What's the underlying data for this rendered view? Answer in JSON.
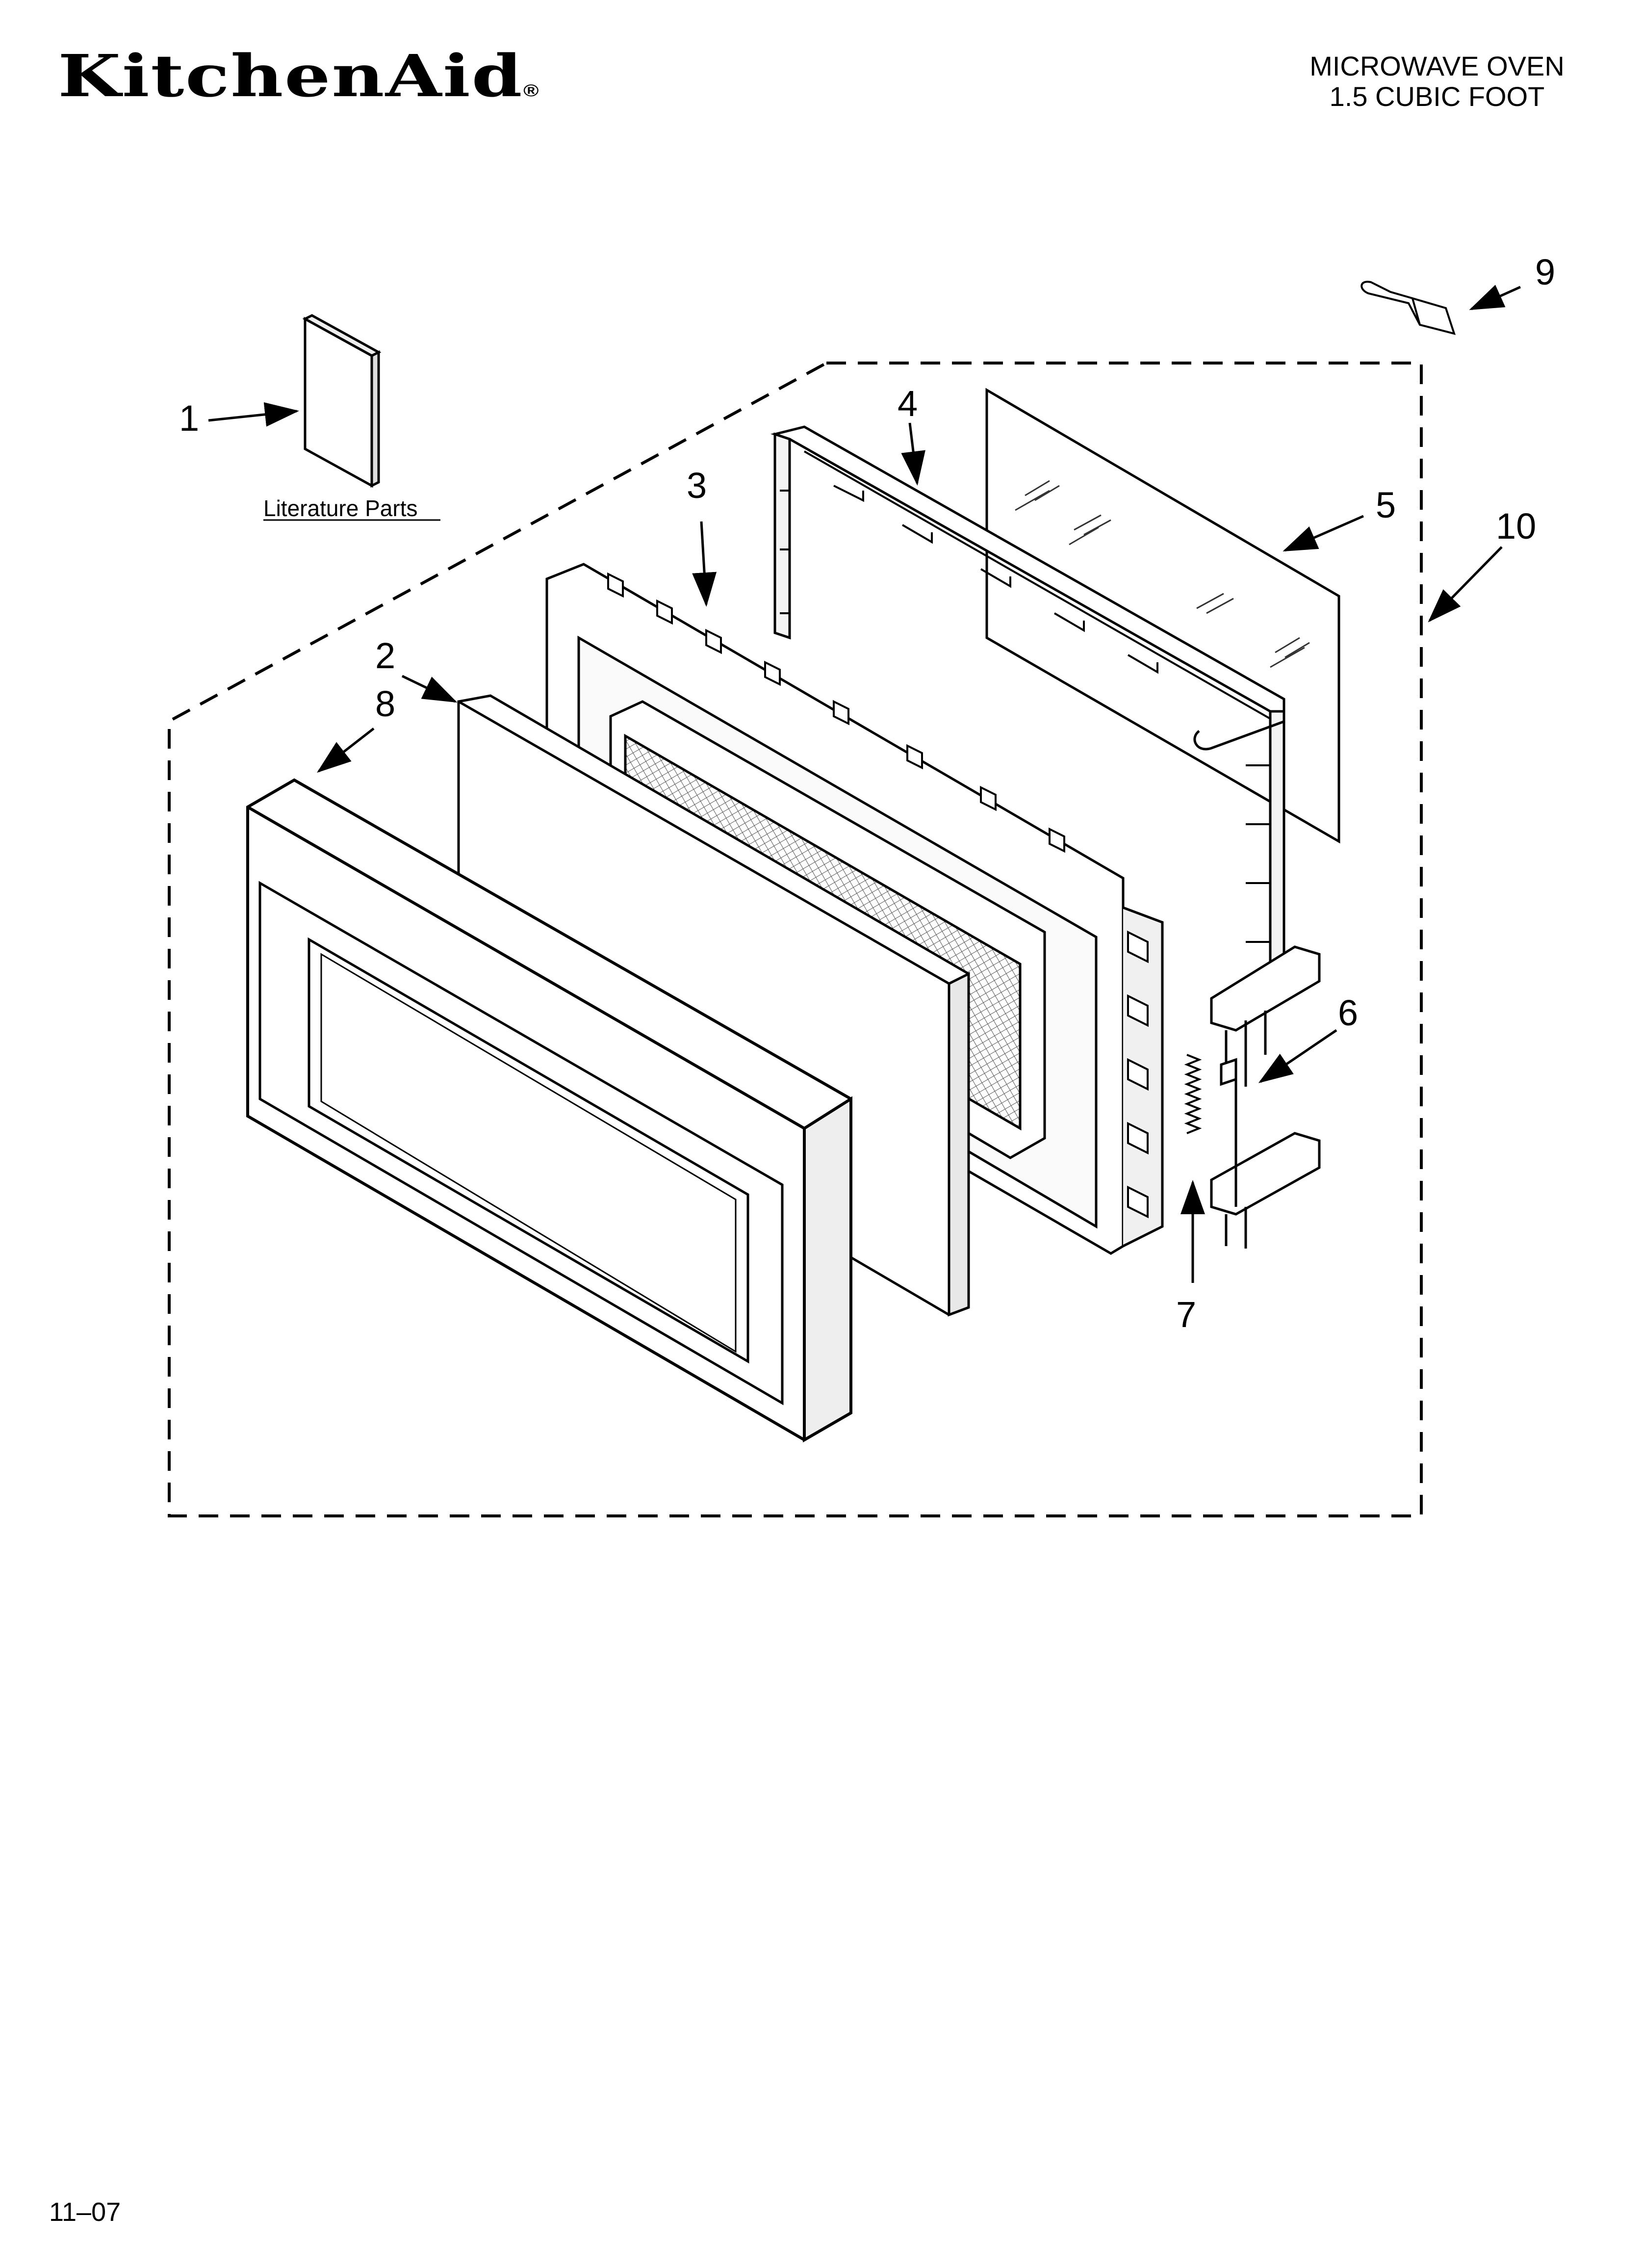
{
  "header": {
    "brand": "KitchenAid",
    "brand_mark": "®",
    "title": "MICROWAVE OVEN",
    "subtitle": "1.5 CUBIC FOOT"
  },
  "diagram": {
    "literature_label": "Literature Parts",
    "callouts": [
      "1",
      "2",
      "3",
      "4",
      "5",
      "6",
      "7",
      "8",
      "9",
      "10"
    ]
  },
  "footer": {
    "date_code": "11–07"
  }
}
